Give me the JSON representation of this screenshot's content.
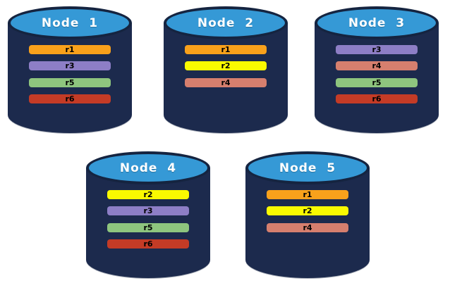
{
  "colors": {
    "background": "#FFFFFF",
    "cylinder_body": "#1C2A4D",
    "cylinder_top": "#3599D6",
    "cylinder_border": "#152440",
    "title_text": "#FFFFFF",
    "bar_text": "#000000",
    "replica_colors": {
      "r1": "#F9A11B",
      "r2": "#FAFA00",
      "r3": "#8D7EC6",
      "r4": "#D67F6E",
      "r5": "#8EC57E",
      "r6": "#C43B26"
    }
  },
  "nodes": [
    {
      "title": "Node  1",
      "replicas": [
        "r1",
        "r3",
        "r5",
        "r6"
      ]
    },
    {
      "title": "Node  2",
      "replicas": [
        "r1",
        "r2",
        "r4"
      ]
    },
    {
      "title": "Node  3",
      "replicas": [
        "r3",
        "r4",
        "r5",
        "r6"
      ]
    },
    {
      "title": "Node  4",
      "replicas": [
        "r2",
        "r3",
        "r5",
        "r6"
      ]
    },
    {
      "title": "Node  5",
      "replicas": [
        "r1",
        "r2",
        "r4"
      ]
    }
  ]
}
